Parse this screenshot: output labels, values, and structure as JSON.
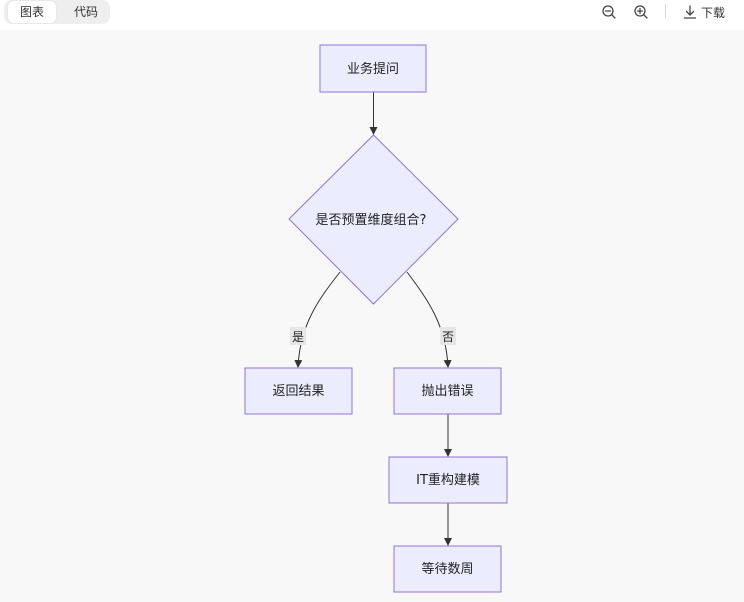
{
  "toolbar": {
    "tabs": [
      {
        "label": "图表"
      },
      {
        "label": "代码"
      }
    ],
    "download_label": "下载",
    "icons": {
      "zoom_out": "zoom-out-icon",
      "zoom_in": "zoom-in-icon",
      "download": "download-icon"
    }
  },
  "flowchart": {
    "nodes": {
      "business_question": "业务提问",
      "decision": "是否预置维度组合?",
      "return_result": "返回结果",
      "throw_error": "抛出错误",
      "it_rebuild": "IT重构建模",
      "wait_weeks": "等待数周"
    },
    "edges": {
      "yes_label": "是",
      "no_label": "否"
    },
    "colors": {
      "node_fill": "#ececff",
      "node_stroke": "#9370db",
      "edge": "#333333"
    }
  }
}
